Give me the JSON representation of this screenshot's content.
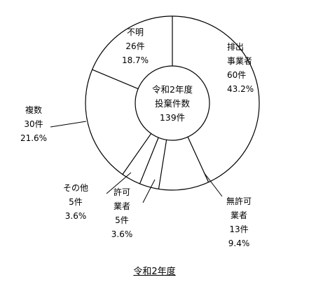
{
  "chart_data": {
    "type": "pie",
    "title": "令和2年度",
    "center_label": [
      "令和2年度",
      "投棄件数",
      "139件"
    ],
    "slices": [
      {
        "name_lines": [
          "排出",
          "事業者"
        ],
        "count_label": "60件",
        "percent_label": "43.2%",
        "value": 60,
        "percent": 43.2
      },
      {
        "name_lines": [
          "無許可",
          "業者"
        ],
        "count_label": "13件",
        "percent_label": "9.4%",
        "value": 13,
        "percent": 9.4
      },
      {
        "name_lines": [
          "許可",
          "業者"
        ],
        "count_label": "5件",
        "percent_label": "3.6%",
        "value": 5,
        "percent": 3.6
      },
      {
        "name_lines": [
          "その他"
        ],
        "count_label": "5件",
        "percent_label": "3.6%",
        "value": 5,
        "percent": 3.6
      },
      {
        "name_lines": [
          "複数"
        ],
        "count_label": "30件",
        "percent_label": "21.6%",
        "value": 30,
        "percent": 21.6
      },
      {
        "name_lines": [
          "不明"
        ],
        "count_label": "26件",
        "percent_label": "18.7%",
        "value": 26,
        "percent": 18.7
      }
    ],
    "colors": {
      "fill": "#ffffff",
      "stroke": "#000000"
    }
  }
}
